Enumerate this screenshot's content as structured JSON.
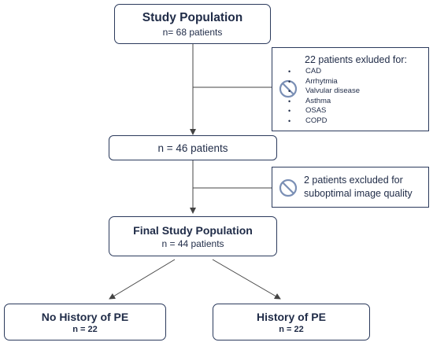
{
  "study_population": {
    "title": "Study Population",
    "subtitle": "n= 68 patients"
  },
  "exclusion_1": {
    "title": "22 patients exluded for:",
    "icon": "prohibited-icon",
    "reasons": [
      "CAD",
      "Arrhytmia",
      "Valvular disease",
      "Asthma",
      "OSAS",
      "COPD"
    ]
  },
  "intermediate": {
    "text": "n = 46 patients"
  },
  "exclusion_2": {
    "icon": "prohibited-icon",
    "line1": "2 patients excluded for",
    "line2": "suboptimal image quality"
  },
  "final_population": {
    "title": "Final Study Population",
    "subtitle": "n = 44 patients"
  },
  "groups": [
    {
      "title": "No History of PE",
      "subtitle": "n = 22"
    },
    {
      "title": "History of PE",
      "subtitle": "n = 22"
    }
  ],
  "colors": {
    "box_border": "#2b3a5c",
    "text": "#1f2b47",
    "icon": "#7a8fb5"
  }
}
